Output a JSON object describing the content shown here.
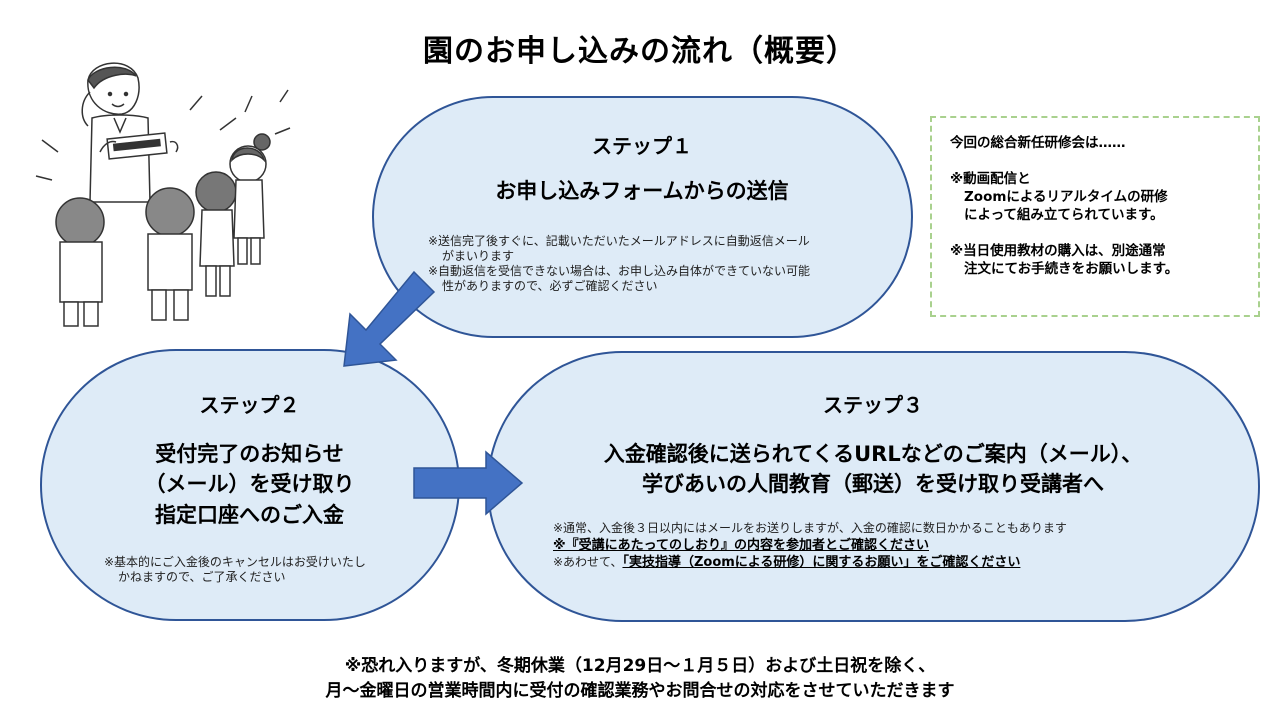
{
  "title": "園のお申し込みの流れ（概要）",
  "step1": {
    "label": "ステップ１",
    "heading": "お申し込みフォームからの送信",
    "note1": "※送信完了後すぐに、記載いただいたメールアドレスに自動返信メール",
    "note1b": "がまいります",
    "note2": "※自動返信を受信できない場合は、お申し込み自体ができていない可能",
    "note2b": "性がありますので、必ずご確認ください"
  },
  "step2": {
    "label": "ステップ２",
    "heading_line1": "受付完了のお知らせ",
    "heading_line2": "（メール）を受け取り",
    "heading_line3": "指定口座へのご入金",
    "note1": "※基本的にご入金後のキャンセルはお受けいたし",
    "note1b": "かねますので、ご了承ください"
  },
  "step3": {
    "label": "ステップ３",
    "heading_line1": "入金確認後に送られてくるURLなどのご案内（メール）、",
    "heading_line2": "学びあいの人間教育（郵送）を受け取り受講者へ",
    "note1": "※通常、入金後３日以内にはメールをお送りしますが、入金の確認に数日かかることもあります",
    "note2": "※『受講にあたってのしおり』の内容を参加者とご確認ください",
    "note3_prefix": "※あわせて、",
    "note3_link": "「実技指導（Zoomによる研修）に関するお願い」をご確認ください"
  },
  "infobox": {
    "line1": "今回の総合新任研修会は……",
    "line2": "※動画配信と",
    "line3": "Zoomによるリアルタイムの研修",
    "line4": "によって組み立てられています。",
    "line5": "※当日使用教材の購入は、別途通常",
    "line6": "注文にてお手続きをお願いします。"
  },
  "footer": {
    "line1": "※恐れ入りますが、冬期休業（12月29日～１月５日）および土日祝を除く、",
    "line2": "月～金曜日の営業時間内に受付の確認業務やお問合せの対応をさせていただきます"
  },
  "colors": {
    "oval_fill": "#deebf7",
    "oval_border": "#2f5597",
    "arrow": "#4472c4",
    "dashed_border": "#a9d18e"
  }
}
